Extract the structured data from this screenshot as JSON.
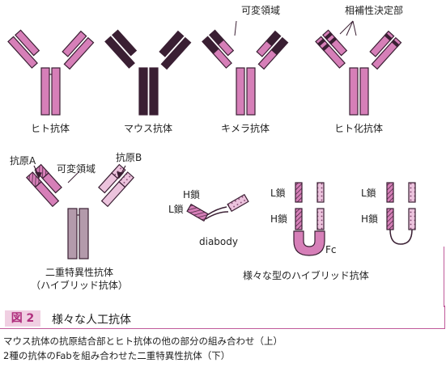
{
  "colors": {
    "pink": "#d67fb8",
    "pink_light": "#ecc3dd",
    "dark": "#3a1f33",
    "mauve": "#b39aab",
    "accent": "#b02f7e"
  },
  "labels": {
    "variable_region_top": "可変領域",
    "cdr": "相補性決定部",
    "human": "ヒト抗体",
    "mouse": "マウス抗体",
    "chimeric": "キメラ抗体",
    "humanized": "ヒト化抗体",
    "antigen_a": "抗原A",
    "antigen_b": "抗原B",
    "variable_region_bispecific": "可変領域",
    "bispecific_line1": "二重特異性抗体",
    "bispecific_line2": "（ハイブリッド抗体）",
    "h_chain_diabody": "H鎖",
    "l_chain_diabody": "L鎖",
    "diabody": "diabody",
    "l_chain_fc": "L鎖",
    "h_chain_fc": "H鎖",
    "fc": "Fc",
    "l_chain_3": "L鎖",
    "h_chain_3": "H鎖",
    "hybrid_types": "様々な型のハイブリッド抗体"
  },
  "figure": {
    "number": "図 2",
    "title": "様々な人工抗体"
  },
  "caption": {
    "line1": "マウス抗体の抗原結合部とヒト抗体の他の部分の組み合わせ（上）",
    "line2": "2種の抗体のFabを組み合わせた二重特異性抗体（下）"
  }
}
